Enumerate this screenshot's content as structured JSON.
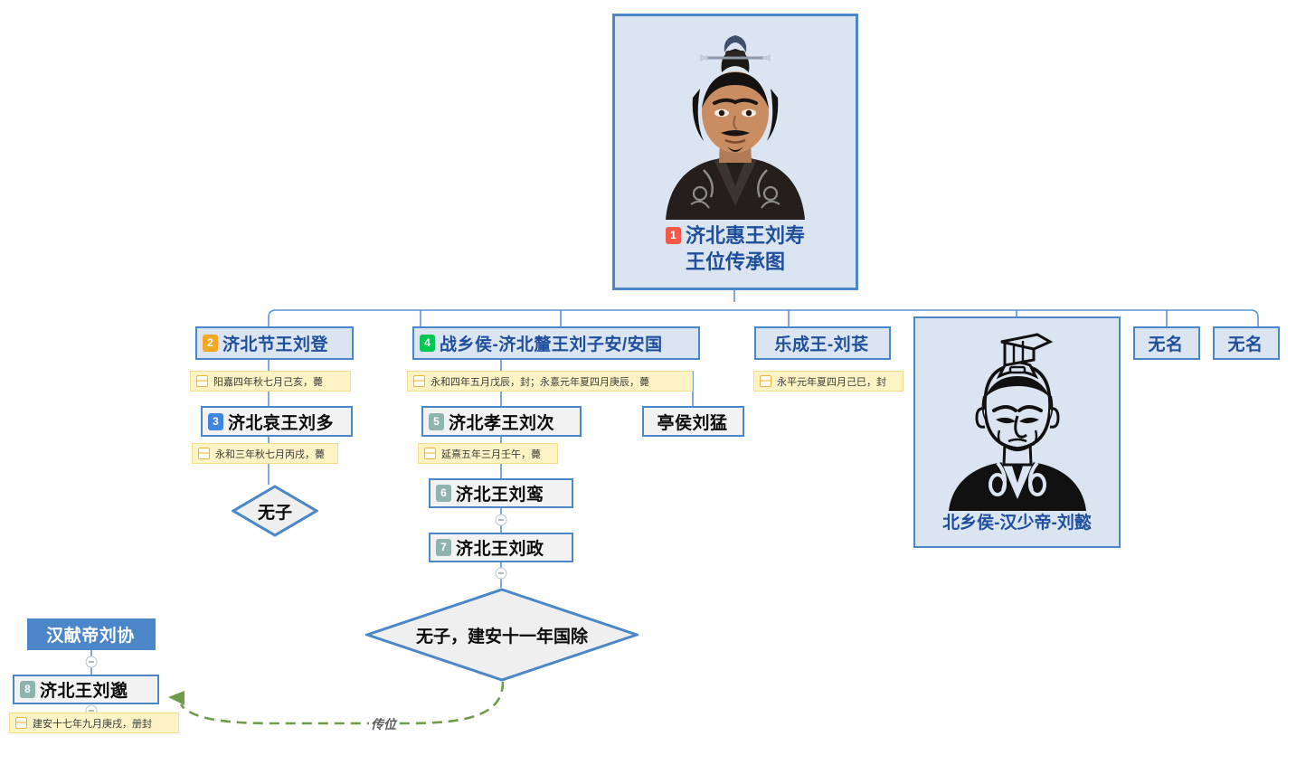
{
  "diagram": {
    "title": "济北惠王刘寿王位传承图",
    "colors": {
      "node_border": "#4a86c8",
      "node_fill": "#f2f2f2",
      "header_fill": "#dbe5f1",
      "header_text": "#1f4e9c",
      "note_fill": "#fdf3c4",
      "note_border": "#f2dd8c",
      "badge_red": "#f2584a",
      "badge_orange": "#f5a623",
      "badge_blue": "#3f86e0",
      "badge_green": "#00c853",
      "badge_teal": "#8fb3ad",
      "solid_fill": "#4a86c8",
      "succession_edge": "#6f9b4a"
    }
  },
  "root": {
    "badge": "1",
    "badge_color": "#f2584a",
    "title_line1": "济北惠王刘寿",
    "title_line2": "王位传承图",
    "portrait_name": "han-prince-portrait"
  },
  "nodes": {
    "n2": {
      "badge": "2",
      "badge_color": "#f5a623",
      "label": "济北节王刘登"
    },
    "n3": {
      "badge": "3",
      "badge_color": "#3f86e0",
      "label": "济北哀王刘多"
    },
    "n4": {
      "badge": "4",
      "badge_color": "#00c853",
      "label": "战乡侯-济北釐王刘子安/安国"
    },
    "n5": {
      "badge": "5",
      "badge_color": "#8fb3ad",
      "label": "济北孝王刘次"
    },
    "n6": {
      "badge": "6",
      "badge_color": "#8fb3ad",
      "label": "济北王刘鸾"
    },
    "n7": {
      "badge": "7",
      "badge_color": "#8fb3ad",
      "label": "济北王刘政"
    },
    "n8": {
      "badge": "8",
      "badge_color": "#8fb3ad",
      "label": "济北王刘邈"
    },
    "n_lecheng": {
      "label": "乐成王-刘苌"
    },
    "n_tinghou": {
      "label": "亭侯刘猛"
    },
    "n_unnamed1": {
      "label": "无名"
    },
    "n_unnamed2": {
      "label": "无名"
    },
    "n_xiandi": {
      "label": "汉献帝刘协"
    },
    "n_beixianghou": {
      "label": "北乡侯-汉少帝-刘懿",
      "portrait_name": "han-shaodi-line-drawing"
    }
  },
  "notes": {
    "note2": {
      "text": "阳嘉四年秋七月己亥，薨"
    },
    "note3": {
      "text": "永和三年秋七月丙戌，薨"
    },
    "note4": {
      "text": "永和四年五月戊辰，封；永憙元年夏四月庚辰，薨"
    },
    "note5": {
      "text": "延熹五年三月壬午，薨"
    },
    "note_lecheng": {
      "text": "永平元年夏四月己巳，封"
    },
    "note8": {
      "text": "建安十七年九月庚戌，册封"
    }
  },
  "diamonds": {
    "d_wuzi": {
      "label": "无子"
    },
    "d_guochu": {
      "label": "无子，建安十一年国除"
    }
  },
  "edges": {
    "succession_label": "传位"
  },
  "icons": {
    "note_icon": "note-icon",
    "collapse_icon": "−"
  }
}
